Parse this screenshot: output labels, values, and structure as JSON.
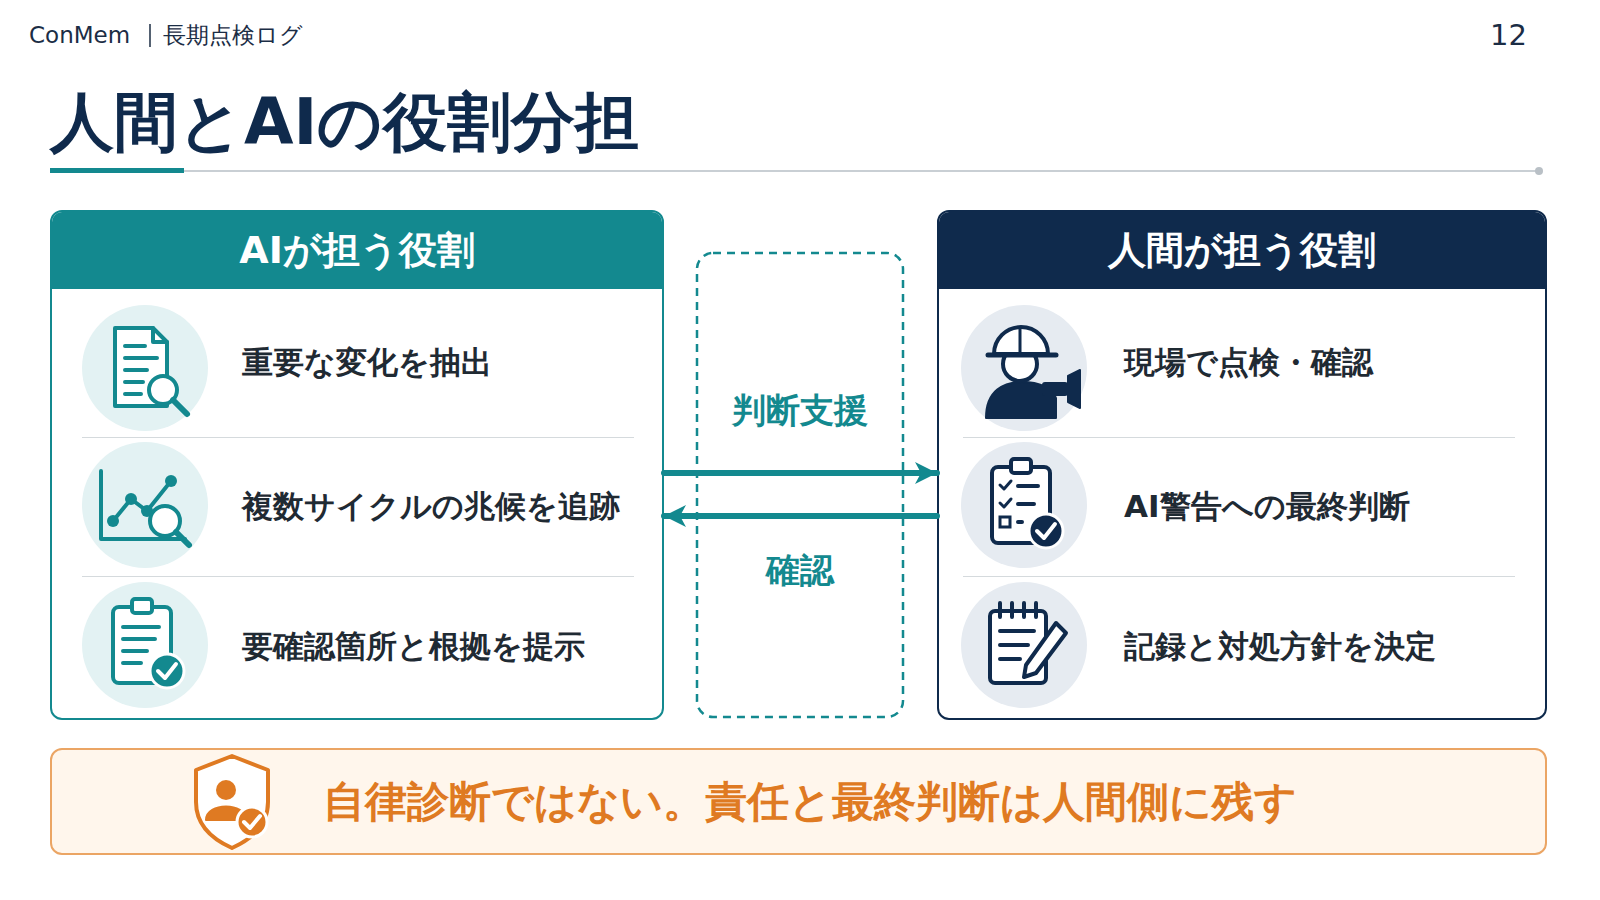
{
  "diagram": {
    "title": "人間とAIの役割分担",
    "nodes": [
      {
        "text": [
          "AIが担う役割"
        ]
      },
      {
        "text": [
          "重要な変化を抽出"
        ],
        "in": 0
      },
      {
        "text": [
          "複数サイクルの兆候を追跡"
        ],
        "in": 0
      },
      {
        "text": [
          "要確認箇所と根拠を提示"
        ],
        "in": 0
      },
      {
        "text": [
          "人間が担う役割"
        ]
      },
      {
        "text": [
          "現場で点検・確認"
        ],
        "in": 4
      },
      {
        "text": [
          "AI警告への最終判断"
        ],
        "in": 4
      },
      {
        "text": [
          "記録と対処方針を決定"
        ],
        "in": 4
      },
      {
        "text": [
          "自律診断ではない。責任と最終判断は人間側に残す"
        ]
      }
    ],
    "edges": [
      {
        "from": 0,
        "to": 4,
        "label": "判断支援",
        "arrow": "to"
      },
      {
        "from": 4,
        "to": 0,
        "label": "確認",
        "arrow": "to"
      }
    ],
    "labels": [
      "ConMem",
      "長期点検ログ",
      "12"
    ]
  }
}
